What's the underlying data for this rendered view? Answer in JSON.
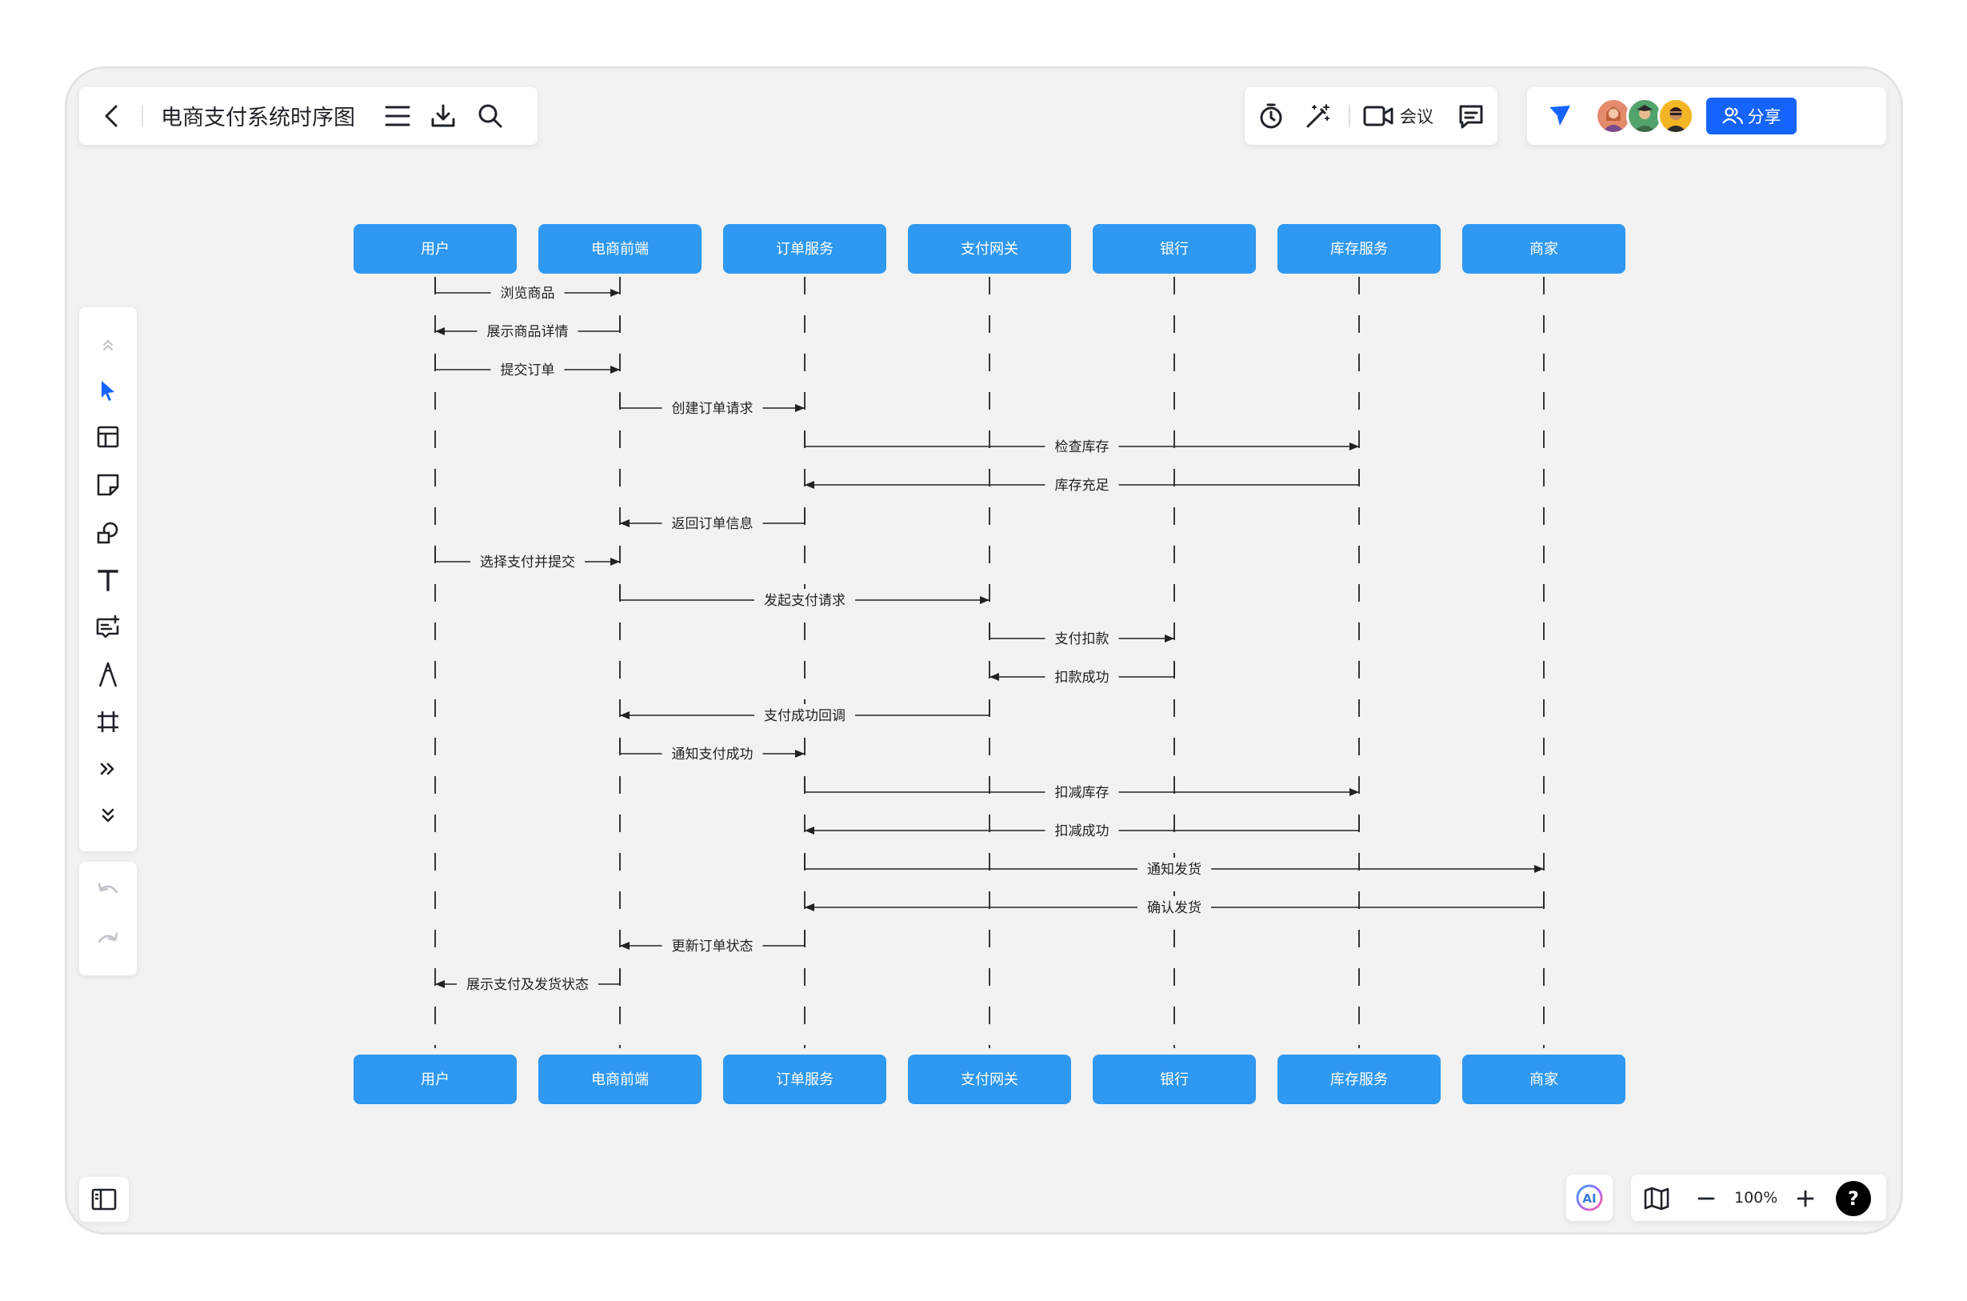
{
  "header": {
    "title": "电商支付系统时序图",
    "meeting_label": "会议",
    "share_label": "分享"
  },
  "zoom": {
    "level": "100%"
  },
  "ai_badge": "AI",
  "help_symbol": "?",
  "colors": {
    "participant_fill": "#2f98f0",
    "accent": "#1664ff",
    "canvas": "#f2f2f2"
  },
  "participants": [
    "用户",
    "电商前端",
    "订单服务",
    "支付网关",
    "银行",
    "库存服务",
    "商家"
  ],
  "messages": [
    {
      "from": 0,
      "to": 1,
      "label": "浏览商品"
    },
    {
      "from": 1,
      "to": 0,
      "label": "展示商品详情"
    },
    {
      "from": 0,
      "to": 1,
      "label": "提交订单"
    },
    {
      "from": 1,
      "to": 2,
      "label": "创建订单请求"
    },
    {
      "from": 2,
      "to": 5,
      "label": "检查库存"
    },
    {
      "from": 5,
      "to": 2,
      "label": "库存充足"
    },
    {
      "from": 2,
      "to": 1,
      "label": "返回订单信息"
    },
    {
      "from": 0,
      "to": 1,
      "label": "选择支付并提交"
    },
    {
      "from": 1,
      "to": 3,
      "label": "发起支付请求"
    },
    {
      "from": 3,
      "to": 4,
      "label": "支付扣款"
    },
    {
      "from": 4,
      "to": 3,
      "label": "扣款成功"
    },
    {
      "from": 3,
      "to": 1,
      "label": "支付成功回调"
    },
    {
      "from": 1,
      "to": 2,
      "label": "通知支付成功"
    },
    {
      "from": 2,
      "to": 5,
      "label": "扣减库存"
    },
    {
      "from": 5,
      "to": 2,
      "label": "扣减成功"
    },
    {
      "from": 2,
      "to": 6,
      "label": "通知发货"
    },
    {
      "from": 6,
      "to": 2,
      "label": "确认发货"
    },
    {
      "from": 2,
      "to": 1,
      "label": "更新订单状态"
    },
    {
      "from": 1,
      "to": 0,
      "label": "展示支付及发货状态"
    }
  ],
  "icons": {
    "back": "back-arrow-icon",
    "menu": "menu-icon",
    "download": "download-icon",
    "search": "search-icon",
    "timer": "timer-icon",
    "magic": "magic-wand-icon",
    "video": "video-icon",
    "comment": "comment-icon",
    "follow": "follow-cursor-icon",
    "share": "users-icon"
  }
}
